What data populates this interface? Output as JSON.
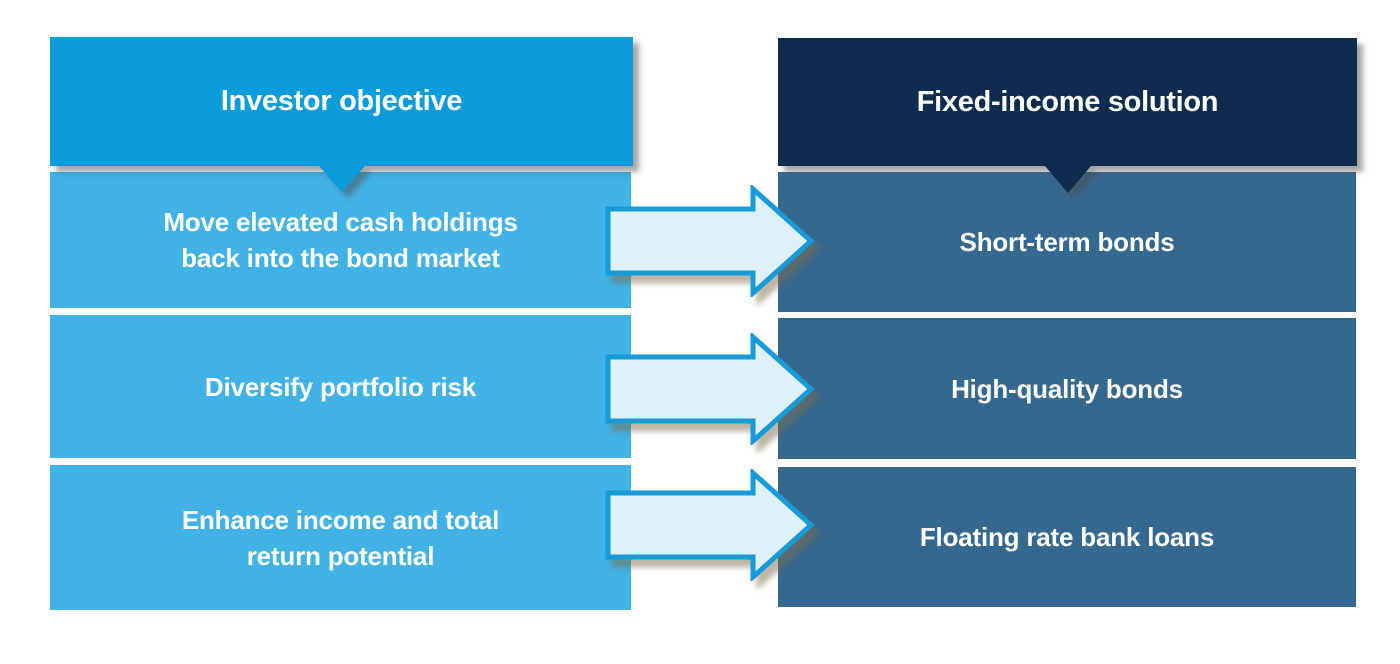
{
  "diagram": {
    "left_column": {
      "header": "Investor objective",
      "rows": [
        {
          "lines": [
            "Move elevated cash holdings",
            "back into the bond market"
          ]
        },
        {
          "lines": [
            "Diversify portfolio risk"
          ]
        },
        {
          "lines": [
            "Enhance income and total",
            "return potential"
          ]
        }
      ]
    },
    "right_column": {
      "header": "Fixed-income solution",
      "rows": [
        {
          "lines": [
            "Short-term bonds"
          ]
        },
        {
          "lines": [
            "High-quality bonds"
          ]
        },
        {
          "lines": [
            "Floating rate bank loans"
          ]
        }
      ]
    },
    "colors": {
      "background": "#ffffff",
      "text": "#ffffff",
      "left_header_bg": "#0a9cda",
      "left_row_bg": "#41b2e5",
      "right_header_bg": "#0d2c4e",
      "right_row_bg": "#35688f",
      "arrow_fill": "#def0fa",
      "arrow_border": "#149bd8"
    }
  }
}
